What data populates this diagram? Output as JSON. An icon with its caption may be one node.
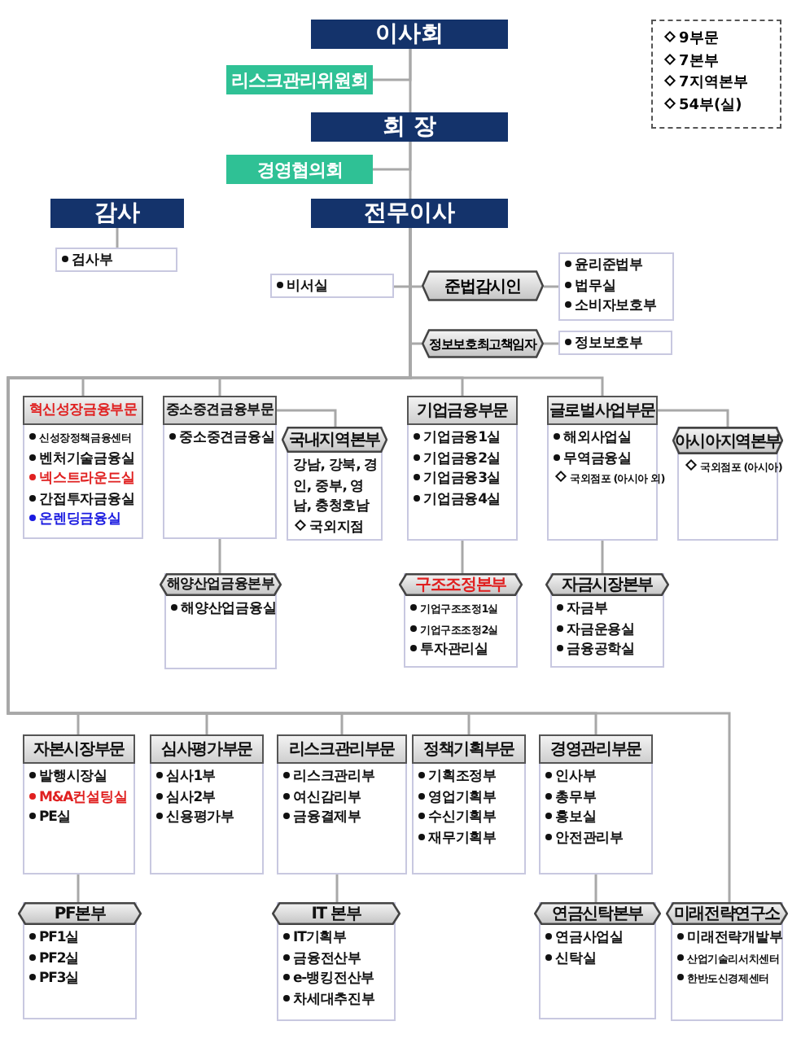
{
  "diagram": {
    "nodes": [
      {
        "text": [
          "이사회"
        ]
      },
      {
        "text": [
          "리스크관리위원회"
        ]
      },
      {
        "text": [
          "회 장"
        ]
      },
      {
        "text": [
          "경영협의회"
        ]
      },
      {
        "text": [
          "감사"
        ]
      },
      {
        "text": [
          "검사부"
        ]
      },
      {
        "text": [
          "전무이사"
        ]
      },
      {
        "text": [
          "비서실"
        ]
      },
      {
        "text": [
          "준법감시인"
        ]
      },
      {
        "text": [
          "윤리준법부",
          "법무실",
          "소비자보호부"
        ]
      },
      {
        "text": [
          "정보보호최고책임자"
        ]
      },
      {
        "text": [
          "정보보호부"
        ]
      },
      {
        "text": [
          "혁신성장금융부문",
          "신성장정책금융센터",
          "벤처기술금융실",
          "넥스트라운드실",
          "간접투자금융실",
          "온렌딩금융실"
        ]
      },
      {
        "text": [
          "중소중견금융부문",
          "중소중견금융실"
        ]
      },
      {
        "text": [
          "국내지역본부",
          "강남, 강북, 경인, 중부, 영남, 충청호남",
          "국외지점"
        ]
      },
      {
        "text": [
          "해양산업금융본부",
          "해양산업금융실"
        ]
      },
      {
        "text": [
          "기업금융부문",
          "기업금융1실",
          "기업금융2실",
          "기업금융3실",
          "기업금융4실"
        ]
      },
      {
        "text": [
          "구조조정본부",
          "기업구조조정1실",
          "기업구조조정2실",
          "투자관리실"
        ]
      },
      {
        "text": [
          "글로벌사업부문",
          "해외사업실",
          "무역금융실",
          "국외점포 (아시아 외)"
        ]
      },
      {
        "text": [
          "아시아지역본부",
          "국외점포 (아시아)"
        ]
      },
      {
        "text": [
          "자금시장본부",
          "자금부",
          "자금운용실",
          "금융공학실"
        ]
      },
      {
        "text": [
          "자본시장부문",
          "발행시장실",
          "M&A컨설팅실",
          "PE실"
        ]
      },
      {
        "text": [
          "PF본부",
          "PF1실",
          "PF2실",
          "PF3실"
        ]
      },
      {
        "text": [
          "심사평가부문",
          "심사1부",
          "심사2부",
          "신용평가부"
        ]
      },
      {
        "text": [
          "리스크관리부문",
          "리스크관리부",
          "여신감리부",
          "금융결제부"
        ]
      },
      {
        "text": [
          "IT 본부",
          "IT기획부",
          "금융전산부",
          "e-뱅킹전산부",
          "차세대추진부"
        ]
      },
      {
        "text": [
          "정책기획부문",
          "기획조정부",
          "영업기획부",
          "수신기획부",
          "재무기획부"
        ]
      },
      {
        "text": [
          "경영관리부문",
          "인사부",
          "총무부",
          "홍보실",
          "안전관리부"
        ]
      },
      {
        "text": [
          "연금신탁본부",
          "연금사업실",
          "신탁실"
        ]
      },
      {
        "text": [
          "미래전략연구소",
          "미래전략개발부",
          "산업기술리서치센터",
          "한반도신경제센터"
        ]
      }
    ],
    "edges": [
      {
        "from": 0,
        "to": 1,
        "arrow": "none"
      },
      {
        "from": 0,
        "to": 2,
        "arrow": "none"
      },
      {
        "from": 2,
        "to": 3,
        "arrow": "none"
      },
      {
        "from": 2,
        "to": 6,
        "arrow": "none"
      },
      {
        "from": 4,
        "to": 5,
        "arrow": "none"
      },
      {
        "from": 6,
        "to": 7,
        "arrow": "none"
      },
      {
        "from": 6,
        "to": 8,
        "arrow": "none"
      },
      {
        "from": 8,
        "to": 9,
        "arrow": "none"
      },
      {
        "from": 6,
        "to": 10,
        "arrow": "none"
      },
      {
        "from": 10,
        "to": 11,
        "arrow": "none"
      },
      {
        "from": 6,
        "to": 12,
        "arrow": "none"
      },
      {
        "from": 6,
        "to": 13,
        "arrow": "none"
      },
      {
        "from": 6,
        "to": 16,
        "arrow": "none"
      },
      {
        "from": 6,
        "to": 18,
        "arrow": "none"
      },
      {
        "from": 13,
        "to": 14,
        "arrow": "none"
      },
      {
        "from": 13,
        "to": 15,
        "arrow": "none"
      },
      {
        "from": 16,
        "to": 17,
        "arrow": "none"
      },
      {
        "from": 18,
        "to": 19,
        "arrow": "none"
      },
      {
        "from": 18,
        "to": 20,
        "arrow": "none"
      },
      {
        "from": 6,
        "to": 21,
        "arrow": "none"
      },
      {
        "from": 6,
        "to": 23,
        "arrow": "none"
      },
      {
        "from": 6,
        "to": 24,
        "arrow": "none"
      },
      {
        "from": 6,
        "to": 26,
        "arrow": "none"
      },
      {
        "from": 6,
        "to": 27,
        "arrow": "none"
      },
      {
        "from": 6,
        "to": 29,
        "arrow": "none"
      },
      {
        "from": 21,
        "to": 22,
        "arrow": "none"
      },
      {
        "from": 24,
        "to": 25,
        "arrow": "none"
      },
      {
        "from": 27,
        "to": 28,
        "arrow": "none"
      }
    ],
    "labels": [
      "9부문",
      "7본부",
      "7지역본부",
      "54부(실)"
    ]
  }
}
